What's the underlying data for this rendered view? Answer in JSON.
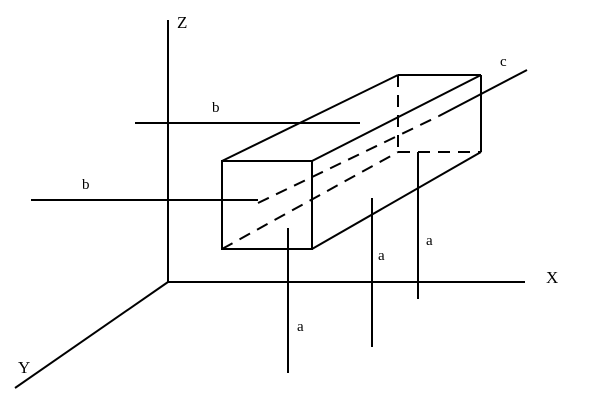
{
  "axes": {
    "x_label": "X",
    "y_label": "Y",
    "z_label": "Z"
  },
  "dimension_labels": {
    "b_upper": "b",
    "b_lower": "b",
    "c": "c",
    "a_front": "a",
    "a_middle": "a",
    "a_rear": "a"
  },
  "colors": {
    "line": "#000000",
    "background": "#ffffff"
  }
}
